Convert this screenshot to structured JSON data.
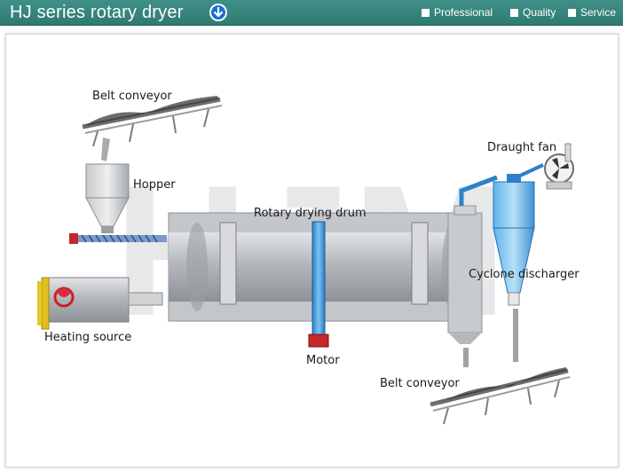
{
  "header": {
    "title": "HJ series rotary dryer",
    "nav": [
      "Professional",
      "Quality",
      "Service"
    ]
  },
  "colors": {
    "header_bg": "#3b8a83",
    "accent_blue": "#1a6fd0",
    "drum_grey": "#b8bcc0",
    "cyclone_blue": "#4aa3e0"
  },
  "icons": [
    "download-circle-icon"
  ],
  "diagram": {
    "watermark": "HJM",
    "labels": {
      "belt_conveyor_top": "Belt conveyor",
      "hopper": "Hopper",
      "rotary_drum": "Rotary drying drum",
      "draught_fan": "Draught fan",
      "cyclone": "Cyclone discharger",
      "heating": "Heating source",
      "motor": "Motor",
      "belt_conveyor_bottom": "Belt conveyor"
    }
  }
}
